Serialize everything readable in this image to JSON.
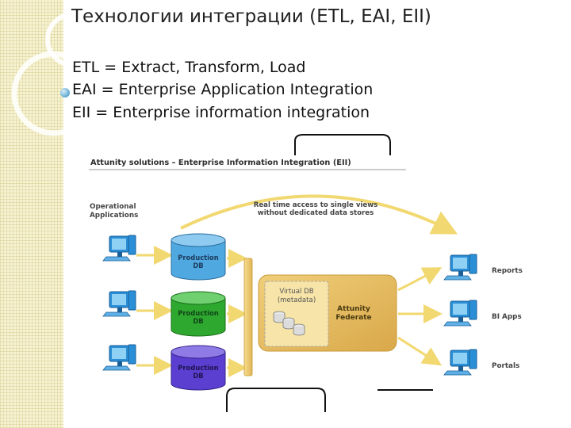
{
  "slide": {
    "title": "Технологии интеграции (ETL, EAI, EII)",
    "lines": [
      "ETL = Extract, Transform, Load",
      "EAI = Enterprise Application Integration",
      "EII = Enterprise information integration"
    ]
  },
  "diagram": {
    "heading": "Attunity solutions – Enterprise Information Integration (EII)",
    "left_label": [
      "Operational",
      "Applications"
    ],
    "arrow_label": [
      "Real time access to single views",
      "without dedicated data stores"
    ],
    "databases": [
      {
        "label": [
          "Production",
          "DB"
        ],
        "color": "#4fa8e0"
      },
      {
        "label": [
          "Production",
          "DB"
        ],
        "color": "#2ea82e"
      },
      {
        "label": [
          "Production",
          "DB"
        ],
        "color": "#5a3fd0"
      }
    ],
    "virtual_db": [
      "Virtual DB",
      "(metadata)"
    ],
    "federate": [
      "Attunity",
      "Federate"
    ],
    "outputs": [
      "Reports",
      "BI Apps",
      "Portals"
    ]
  },
  "colors": {
    "arc": "#f2e08a",
    "panel": "#e8c065",
    "panel_dark": "#c99a38",
    "computer": "#2a8fd6"
  }
}
